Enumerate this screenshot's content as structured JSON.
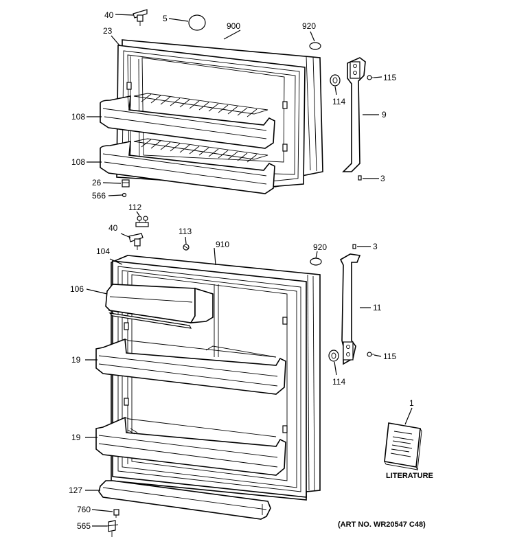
{
  "callouts": [
    {
      "id": "c40a",
      "text": "40"
    },
    {
      "id": "c5",
      "text": "5"
    },
    {
      "id": "c900",
      "text": "900"
    },
    {
      "id": "c920a",
      "text": "920"
    },
    {
      "id": "c23",
      "text": "23"
    },
    {
      "id": "c115a",
      "text": "115"
    },
    {
      "id": "c114a",
      "text": "114"
    },
    {
      "id": "c9",
      "text": "9"
    },
    {
      "id": "c108a",
      "text": "108"
    },
    {
      "id": "c108b",
      "text": "108"
    },
    {
      "id": "c3a",
      "text": "3"
    },
    {
      "id": "c26",
      "text": "26"
    },
    {
      "id": "c566",
      "text": "566"
    },
    {
      "id": "c112",
      "text": "112"
    },
    {
      "id": "c40b",
      "text": "40"
    },
    {
      "id": "c113",
      "text": "113"
    },
    {
      "id": "c910",
      "text": "910"
    },
    {
      "id": "c920b",
      "text": "920"
    },
    {
      "id": "c3b",
      "text": "3"
    },
    {
      "id": "c104",
      "text": "104"
    },
    {
      "id": "c106",
      "text": "106"
    },
    {
      "id": "c11",
      "text": "11"
    },
    {
      "id": "c19a",
      "text": "19"
    },
    {
      "id": "c115b",
      "text": "115"
    },
    {
      "id": "c114b",
      "text": "114"
    },
    {
      "id": "c1",
      "text": "1"
    },
    {
      "id": "c19b",
      "text": "19"
    },
    {
      "id": "c127",
      "text": "127"
    },
    {
      "id": "c760",
      "text": "760"
    },
    {
      "id": "c565",
      "text": "565"
    }
  ],
  "literature_label": "LITERATURE",
  "art_number": "(ART NO. WR20547 C48)"
}
